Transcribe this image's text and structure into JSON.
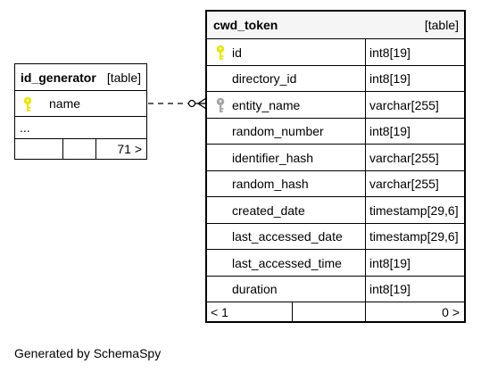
{
  "id_generator": {
    "title": "id_generator",
    "tag": "[table]",
    "columns": [
      {
        "name": "name",
        "key": "primary"
      }
    ],
    "ellipsis": "...",
    "stats": {
      "left": "",
      "middle": "",
      "right": "71 >"
    }
  },
  "cwd_token": {
    "title": "cwd_token",
    "tag": "[table]",
    "columns": [
      {
        "name": "id",
        "type": "int8[19]",
        "key": "primary"
      },
      {
        "name": "directory_id",
        "type": "int8[19]",
        "key": ""
      },
      {
        "name": "entity_name",
        "type": "varchar[255]",
        "key": "foreign"
      },
      {
        "name": "random_number",
        "type": "int8[19]",
        "key": ""
      },
      {
        "name": "identifier_hash",
        "type": "varchar[255]",
        "key": ""
      },
      {
        "name": "random_hash",
        "type": "varchar[255]",
        "key": ""
      },
      {
        "name": "created_date",
        "type": "timestamp[29,6]",
        "key": ""
      },
      {
        "name": "last_accessed_date",
        "type": "timestamp[29,6]",
        "key": ""
      },
      {
        "name": "last_accessed_time",
        "type": "int8[19]",
        "key": ""
      },
      {
        "name": "duration",
        "type": "int8[19]",
        "key": ""
      }
    ],
    "stats": {
      "left": "< 1",
      "middle": "",
      "right": "0 >"
    }
  },
  "footer": {
    "text": "Generated by SchemaSpy"
  },
  "colors": {
    "primary_key": "#e8e800",
    "foreign_key": "#a6a6a6",
    "line": "#000000"
  }
}
